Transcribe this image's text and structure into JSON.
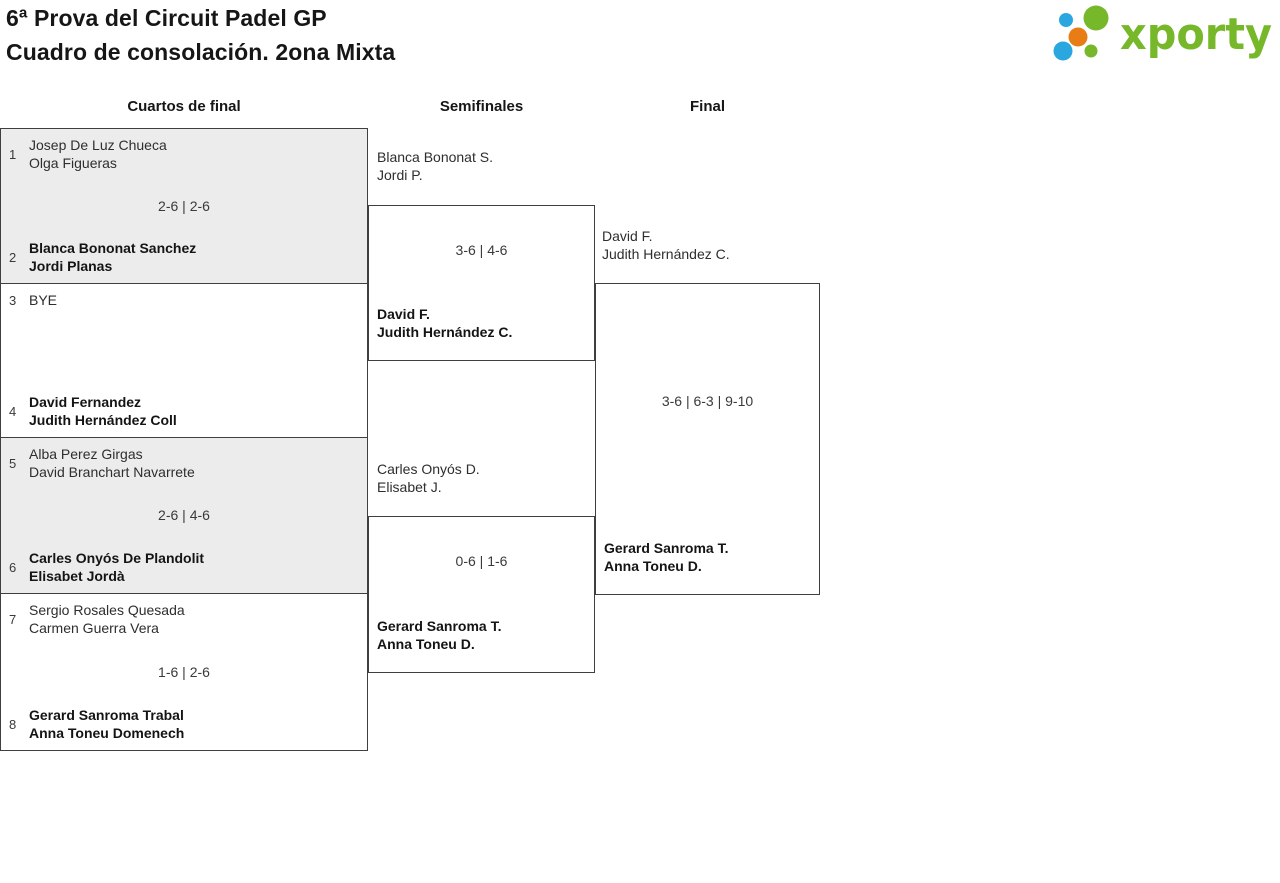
{
  "header": {
    "title_line1": "6ª Prova del Circuit Padel GP",
    "title_line2": "Cuadro de consolación. 2ona Mixta",
    "logo_text": "xporty"
  },
  "rounds": {
    "quarterfinals": "Cuartos de final",
    "semifinals": "Semifinales",
    "final": "Final"
  },
  "colors": {
    "logo_green": "#76b82a",
    "logo_blue": "#2ba7e0",
    "logo_orange": "#e87d15",
    "box_shaded": "#ececec",
    "border": "#3f3f3f"
  },
  "bracket": {
    "quarterfinals": [
      {
        "seed_top": "1",
        "team_top": [
          "Josep De Luz Chueca",
          "Olga Figueras"
        ],
        "score": "2-6 | 2-6",
        "seed_bottom": "2",
        "team_bottom": [
          "Blanca Bononat Sanchez",
          "Jordi Planas"
        ]
      },
      {
        "seed_top": "3",
        "team_top": [
          "BYE"
        ],
        "score": "",
        "seed_bottom": "4",
        "team_bottom": [
          "David Fernandez",
          "Judith Hernández Coll"
        ]
      },
      {
        "seed_top": "5",
        "team_top": [
          "Alba Perez Girgas",
          "David Branchart Navarrete"
        ],
        "score": "2-6 | 4-6",
        "seed_bottom": "6",
        "team_bottom": [
          "Carles Onyós De Plandolit",
          "Elisabet Jordà"
        ]
      },
      {
        "seed_top": "7",
        "team_top": [
          "Sergio Rosales Quesada",
          "Carmen Guerra Vera"
        ],
        "score": "1-6 | 2-6",
        "seed_bottom": "8",
        "team_bottom": [
          "Gerard Sanroma Trabal",
          "Anna Toneu Domenech"
        ]
      }
    ],
    "semifinals": [
      {
        "team_top": [
          "Blanca Bononat S.",
          "Jordi P."
        ],
        "score": "3-6 | 4-6",
        "team_bottom": [
          "David F.",
          "Judith Hernández C."
        ]
      },
      {
        "team_top": [
          "Carles Onyós D.",
          "Elisabet J."
        ],
        "score": "0-6 | 1-6",
        "team_bottom": [
          "Gerard Sanroma T.",
          "Anna Toneu D."
        ]
      }
    ],
    "final": {
      "team_top": [
        "David F.",
        "Judith Hernández C."
      ],
      "score": "3-6 | 6-3 | 9-10",
      "team_bottom": [
        "Gerard Sanroma T.",
        "Anna Toneu D."
      ]
    }
  }
}
